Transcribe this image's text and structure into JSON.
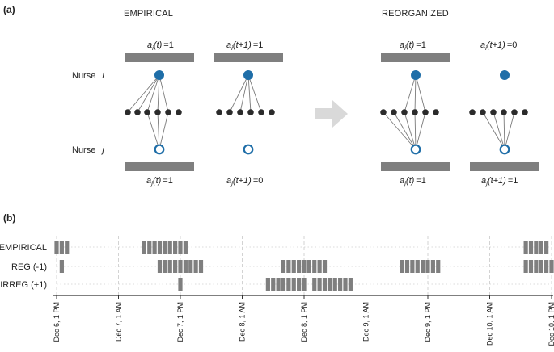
{
  "panel_a": {
    "label": "(a)",
    "empirical_heading": "EMPIRICAL",
    "reorganized_heading": "REORGANIZED",
    "nurse_i_label": "Nurse",
    "nurse_i_var": "i",
    "nurse_j_label": "Nurse",
    "nurse_j_var": "j",
    "equations": [
      {
        "var": "a",
        "sub": "i",
        "arg": "(t)",
        "val": "=1"
      },
      {
        "var": "a",
        "sub": "i",
        "arg": "(t+1)",
        "val": "=1"
      },
      {
        "var": "a",
        "sub": "j",
        "arg": "(t)",
        "val": "=1"
      },
      {
        "var": "a",
        "sub": "j",
        "arg": "(t+1)",
        "val": "=0"
      },
      {
        "var": "a",
        "sub": "i",
        "arg": "(t)",
        "val": "=1"
      },
      {
        "var": "a",
        "sub": "i",
        "arg": "(t+1)",
        "val": "=0"
      },
      {
        "var": "a",
        "sub": "j",
        "arg": "(t)",
        "val": "=1"
      },
      {
        "var": "a",
        "sub": "j",
        "arg": "(t+1)",
        "val": "=1"
      }
    ],
    "colors": {
      "nurse_i": "#1f6ea8",
      "nurse_j": "#1f6ea8",
      "patient": "#2b2b2b",
      "bar": "#7f7f7f",
      "arrow": "#d9d9d9",
      "edge": "#7a7a7a"
    }
  },
  "panel_b": {
    "label": "(b)",
    "rows": [
      "EMPIRICAL",
      "REG (-1)",
      "IRREG (+1)"
    ],
    "tick_labels": [
      "Dec 6, 1 PM",
      "Dec 7, 1 AM",
      "Dec 7, 1 PM",
      "Dec 8, 1 AM",
      "Dec 8, 1 PM",
      "Dec 9, 1 AM",
      "Dec 9, 1 PM",
      "Dec 10, 1 AM",
      "Dec 10, 1 PM"
    ],
    "shift_blocks": [
      {
        "row": 0,
        "start_h": 0.0,
        "n": 3
      },
      {
        "row": 0,
        "start_h": 17.0,
        "n": 9
      },
      {
        "row": 0,
        "start_h": 91.0,
        "n": 5
      },
      {
        "row": 1,
        "start_h": 1.0,
        "n": 1
      },
      {
        "row": 1,
        "start_h": 20.0,
        "n": 9
      },
      {
        "row": 1,
        "start_h": 44.0,
        "n": 9
      },
      {
        "row": 1,
        "start_h": 67.0,
        "n": 8
      },
      {
        "row": 1,
        "start_h": 91.0,
        "n": 6
      },
      {
        "row": 2,
        "start_h": 24.0,
        "n": 1
      },
      {
        "row": 2,
        "start_h": 41.0,
        "n": 8
      },
      {
        "row": 2,
        "start_h": 50.0,
        "n": 8
      }
    ],
    "colors": {
      "block": "#7f7f7f",
      "axis": "#333333",
      "grid": "#cfcfcf"
    }
  }
}
